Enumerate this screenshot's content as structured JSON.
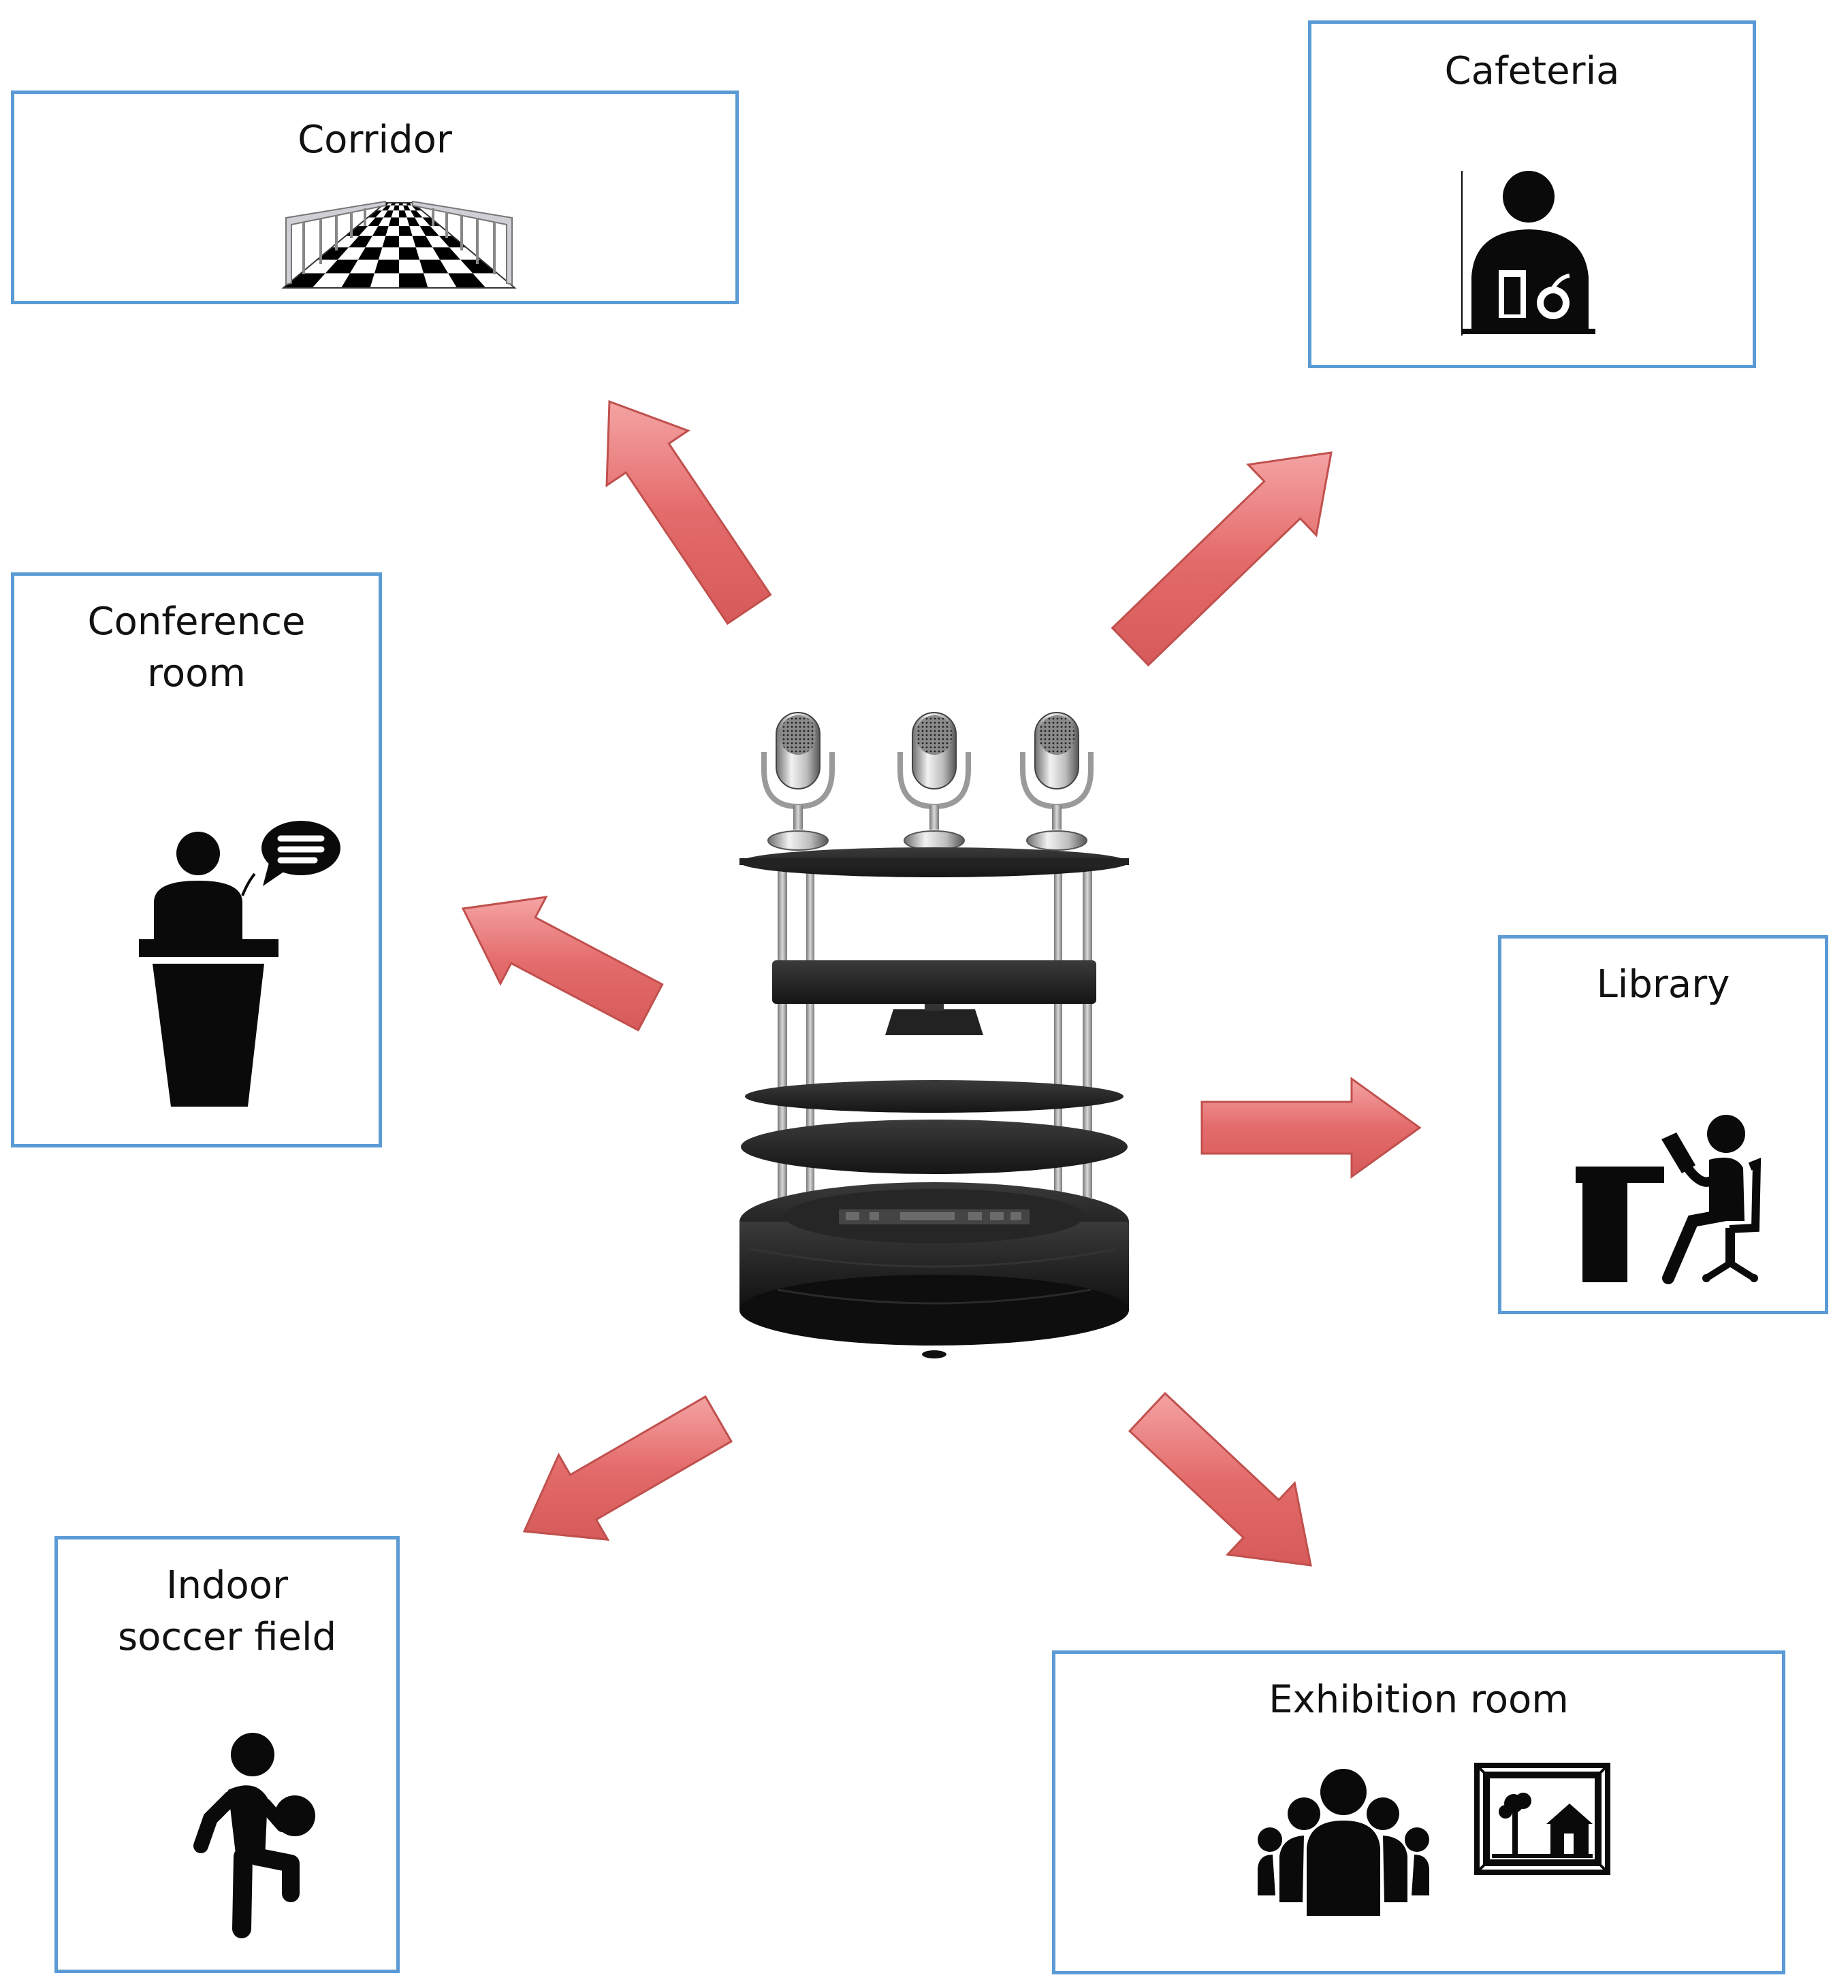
{
  "colors": {
    "box_border": "#5b9bd5",
    "arrow_fill": "#e46b6b",
    "arrow_stroke": "#c0504d",
    "icon": "#0a0a0a"
  },
  "center": {
    "name": "robot-with-microphones",
    "icons": [
      "microphone-icon",
      "microphone-icon",
      "microphone-icon",
      "mobile-robot-icon"
    ]
  },
  "locations": [
    {
      "id": "corridor",
      "label": "Corridor",
      "icon": "corridor-checkerboard-icon"
    },
    {
      "id": "cafeteria",
      "label": "Cafeteria",
      "icon": "person-eating-icon"
    },
    {
      "id": "conference",
      "label": "Conference\nroom",
      "icon": "speaker-at-podium-icon"
    },
    {
      "id": "library",
      "label": "Library",
      "icon": "person-reading-at-desk-icon"
    },
    {
      "id": "soccer",
      "label": "Indoor\nsoccer field",
      "icon": "soccer-player-icon"
    },
    {
      "id": "exhibition",
      "label": "Exhibition room",
      "icon": "crowd-and-framed-picture-icon"
    }
  ]
}
